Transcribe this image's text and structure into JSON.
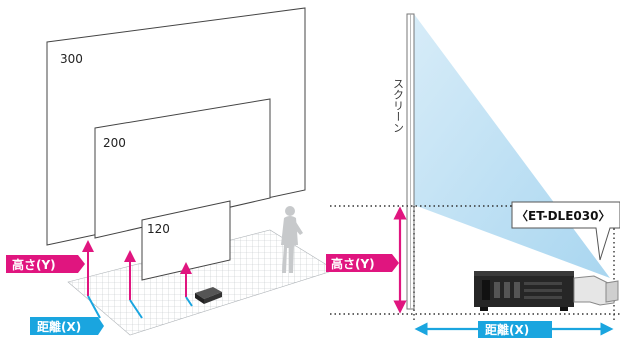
{
  "screens": [
    {
      "label": "300"
    },
    {
      "label": "200"
    },
    {
      "label": "120"
    }
  ],
  "labels": {
    "height_left": "高さ(Y)",
    "distance_left": "距離(X)",
    "height_right": "高さ(Y)",
    "distance_right": "距離(X)",
    "screen_vertical": "スクリーン",
    "model": "〈ET-DLE030〉"
  },
  "colors": {
    "magenta": "#e0157f",
    "cyan": "#1aa5df",
    "beam": "#cfe9f7"
  }
}
